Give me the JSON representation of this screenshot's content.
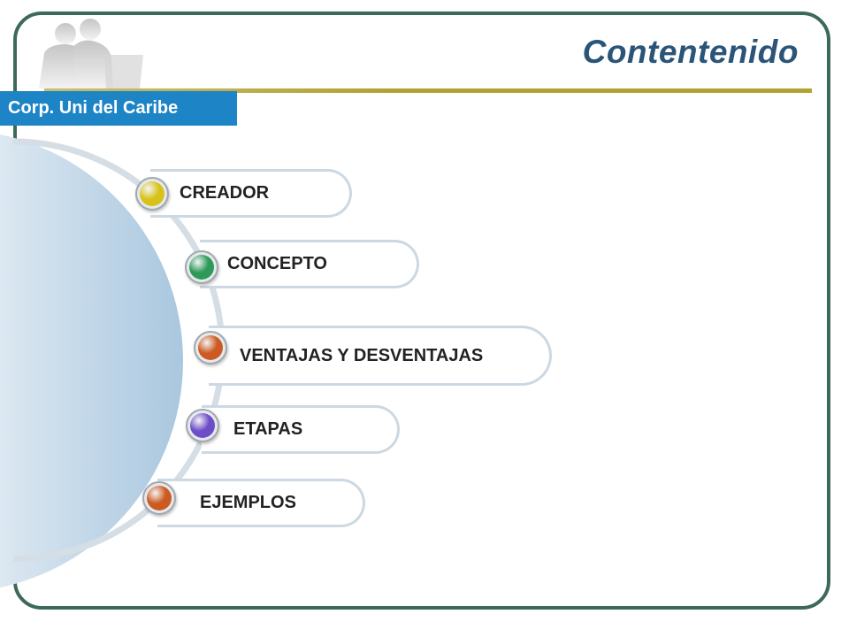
{
  "slide": {
    "title": "Contentenido",
    "org_label": "Corp. Uni del Caribe"
  },
  "menu": {
    "items": [
      {
        "label": "CREADOR",
        "bullet_color": "#d8c21a"
      },
      {
        "label": "CONCEPTO",
        "bullet_color": "#2e9a58"
      },
      {
        "label": "VENTAJAS Y DESVENTAJAS",
        "bullet_color": "#cc5a22"
      },
      {
        "label": "ETAPAS",
        "bullet_color": "#6e4dc8"
      },
      {
        "label": "EJEMPLOS",
        "bullet_color": "#cc5a22"
      }
    ]
  },
  "colors": {
    "frame": "#3c6a58",
    "title": "#2a5478",
    "title_rule": "#b3a231",
    "org_label_bg": "#1d84c5",
    "item_border": "#ccd8e2"
  }
}
